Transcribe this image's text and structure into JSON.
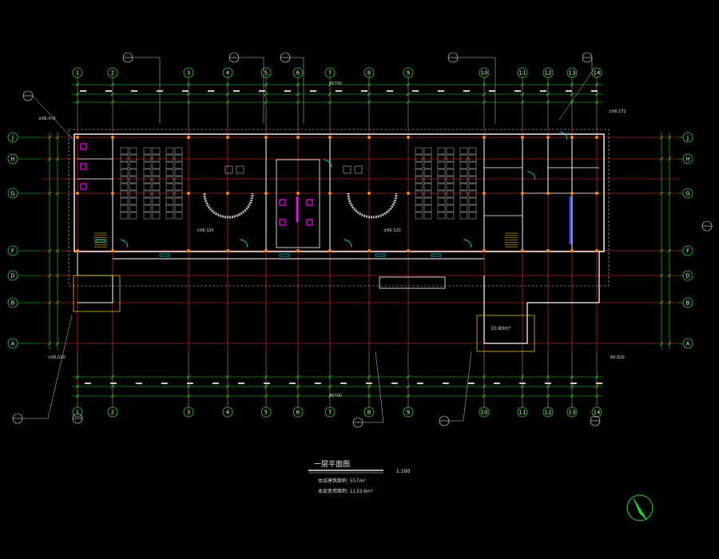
{
  "drawing": {
    "title": "一层平面图",
    "scale": "1:100",
    "notes": [
      "本层建筑面积: 557m²",
      "本层使用面积: 1133.6m²"
    ],
    "overall_dimension": "45700",
    "elevation_marks": [
      "±66.470",
      "±66.172",
      "±66.520",
      "±66.020",
      "±66.320",
      "66.820"
    ],
    "area_label": "10.80m²"
  },
  "grid": {
    "columns": [
      "1",
      "2",
      "3",
      "4",
      "5",
      "6",
      "7",
      "8",
      "9",
      "10",
      "11",
      "12",
      "13",
      "14"
    ],
    "rows_top_to_bottom": [
      "J",
      "H",
      "G",
      "F",
      "D",
      "B",
      "A"
    ]
  },
  "colors": {
    "background": "#000000",
    "grid_lines": "#ff3030",
    "walls": "#ffffff",
    "dimensions": "#22dd22",
    "furniture": "#bfbfbf",
    "magenta_fixtures": "#ff00ff",
    "blue_element": "#3344ff",
    "cyan_symbols": "#00ffff",
    "yellow_accents": "#e0c020",
    "column_dots": "#ff8800"
  },
  "icons": [
    "north-arrow-icon",
    "grid-bubble-icon",
    "section-marker-icon"
  ]
}
